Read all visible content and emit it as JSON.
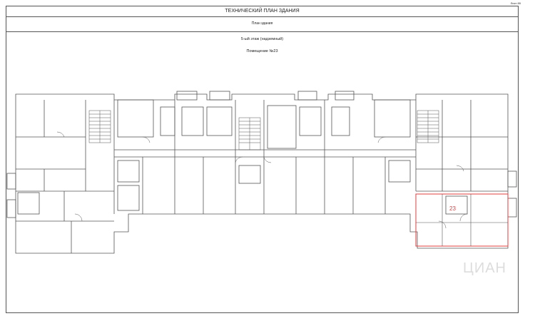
{
  "document": {
    "sheet_no": "Лист 89",
    "title": "ТЕХНИЧЕСКИЙ ПЛАН ЗДАНИЯ",
    "subtitle": "План здания",
    "floor": "5-ый этаж (надземный)",
    "premises": "Помещение №23",
    "highlight_number": "23",
    "highlight_color": "#e03c3c",
    "line_color": "#555555",
    "watermark": "ЦИАН"
  }
}
